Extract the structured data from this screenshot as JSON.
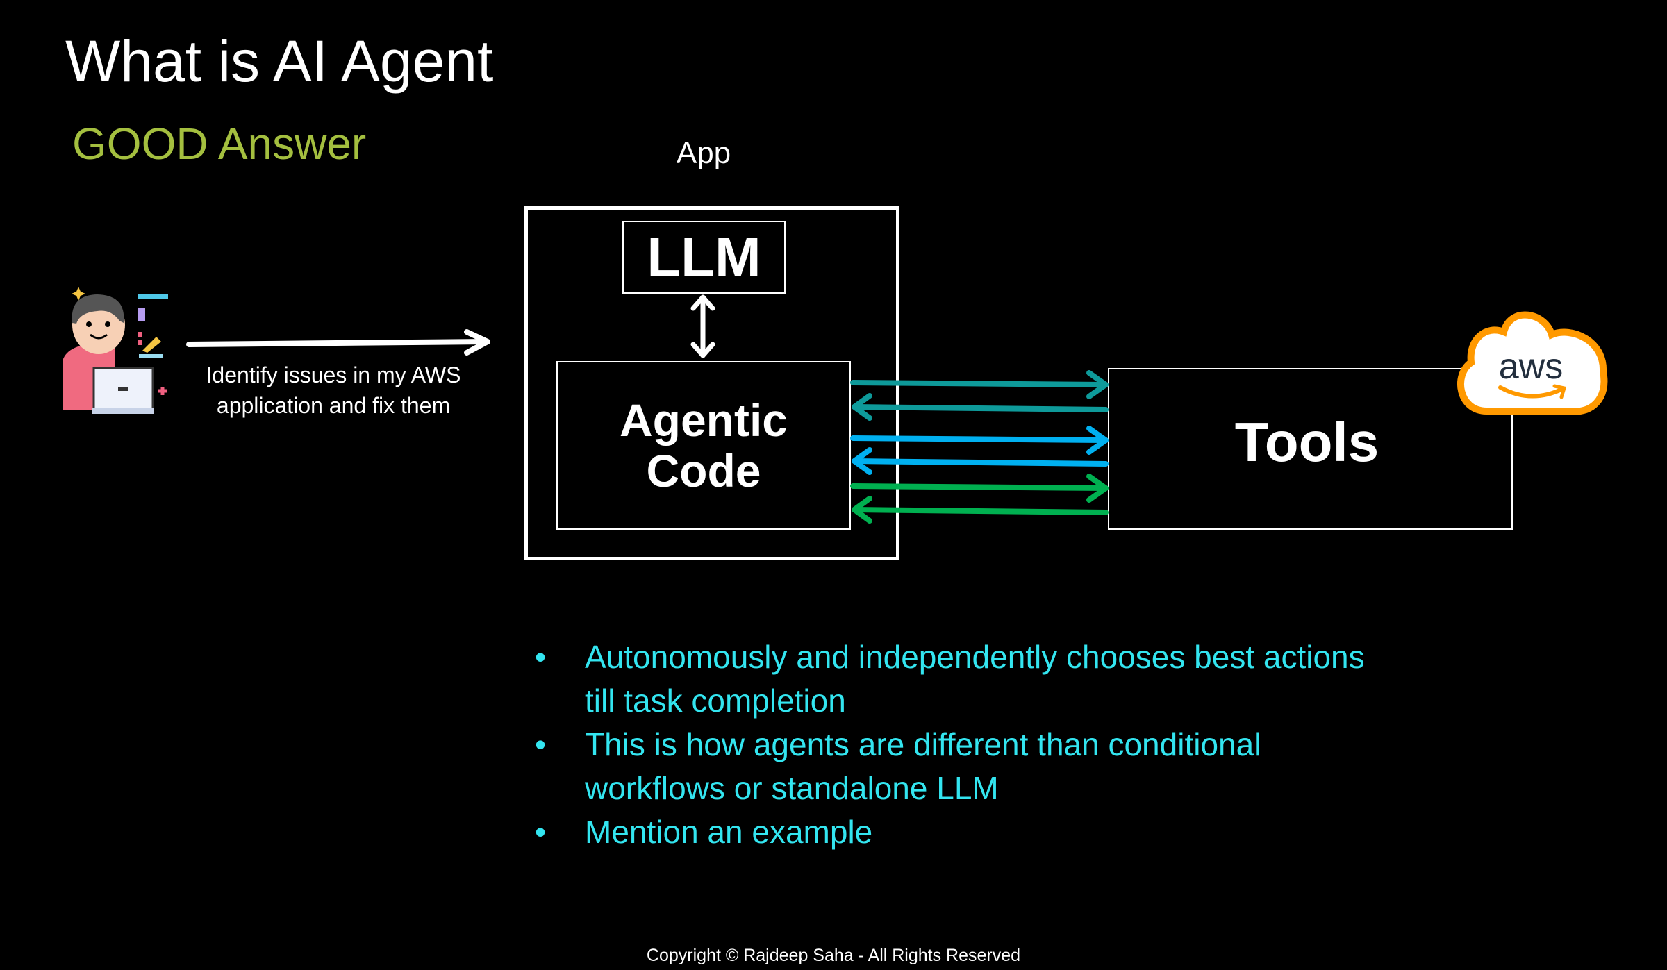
{
  "title": "What is AI Agent",
  "subtitle": "GOOD Answer",
  "diagram": {
    "app_label": "App",
    "llm_label": "LLM",
    "agentic_code_label": [
      "Agentic",
      "Code"
    ],
    "tools_label": "Tools",
    "aws_logo_text": "aws",
    "user_request": [
      "Identify issues in my AWS",
      "application and fix them"
    ],
    "arrow_colors": [
      "#0e9a9a",
      "#00b0f0",
      "#00b050"
    ]
  },
  "bullets": [
    "Autonomously and independently chooses best actions till task completion",
    "This is how agents are different than conditional workflows or standalone LLM",
    "Mention an example"
  ],
  "copyright": "Copyright © Rajdeep Saha - All Rights Reserved"
}
